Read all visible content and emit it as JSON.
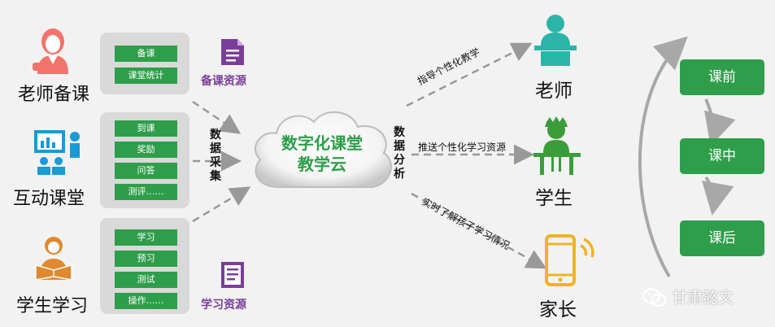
{
  "roles_left": {
    "teacher_prep": "老师备课",
    "interactive_class": "互动课堂",
    "student_study": "学生学习"
  },
  "panels": {
    "prep": [
      "备课",
      "课堂统计"
    ],
    "interactive": [
      "到课",
      "奖励",
      "问答",
      "测评……"
    ],
    "study": [
      "学习",
      "预习",
      "测试",
      "操作……"
    ]
  },
  "resources": {
    "prep": "备课资源",
    "study": "学习资源"
  },
  "data_collection": "数据采集",
  "cloud": {
    "line1": "数字化课堂",
    "line2": "教学云"
  },
  "data_analysis": "数据分析",
  "arrows_right": {
    "teacher": "指导个性化教学",
    "student": "推送个性化学习资源",
    "parent": "实时了解孩子学习情况"
  },
  "roles_right": {
    "teacher": "老师",
    "student": "学生",
    "parent": "家长"
  },
  "stages": [
    "课前",
    "课中",
    "课后"
  ],
  "watermark": "甘肃懿文",
  "colors": {
    "green": "#2e9e4a",
    "purple": "#7a3e98",
    "teal": "#2bb5a8",
    "orange": "#e0892f",
    "coral": "#f2736b",
    "gold": "#f0b325",
    "icon_blue": "#1a9ad6"
  }
}
